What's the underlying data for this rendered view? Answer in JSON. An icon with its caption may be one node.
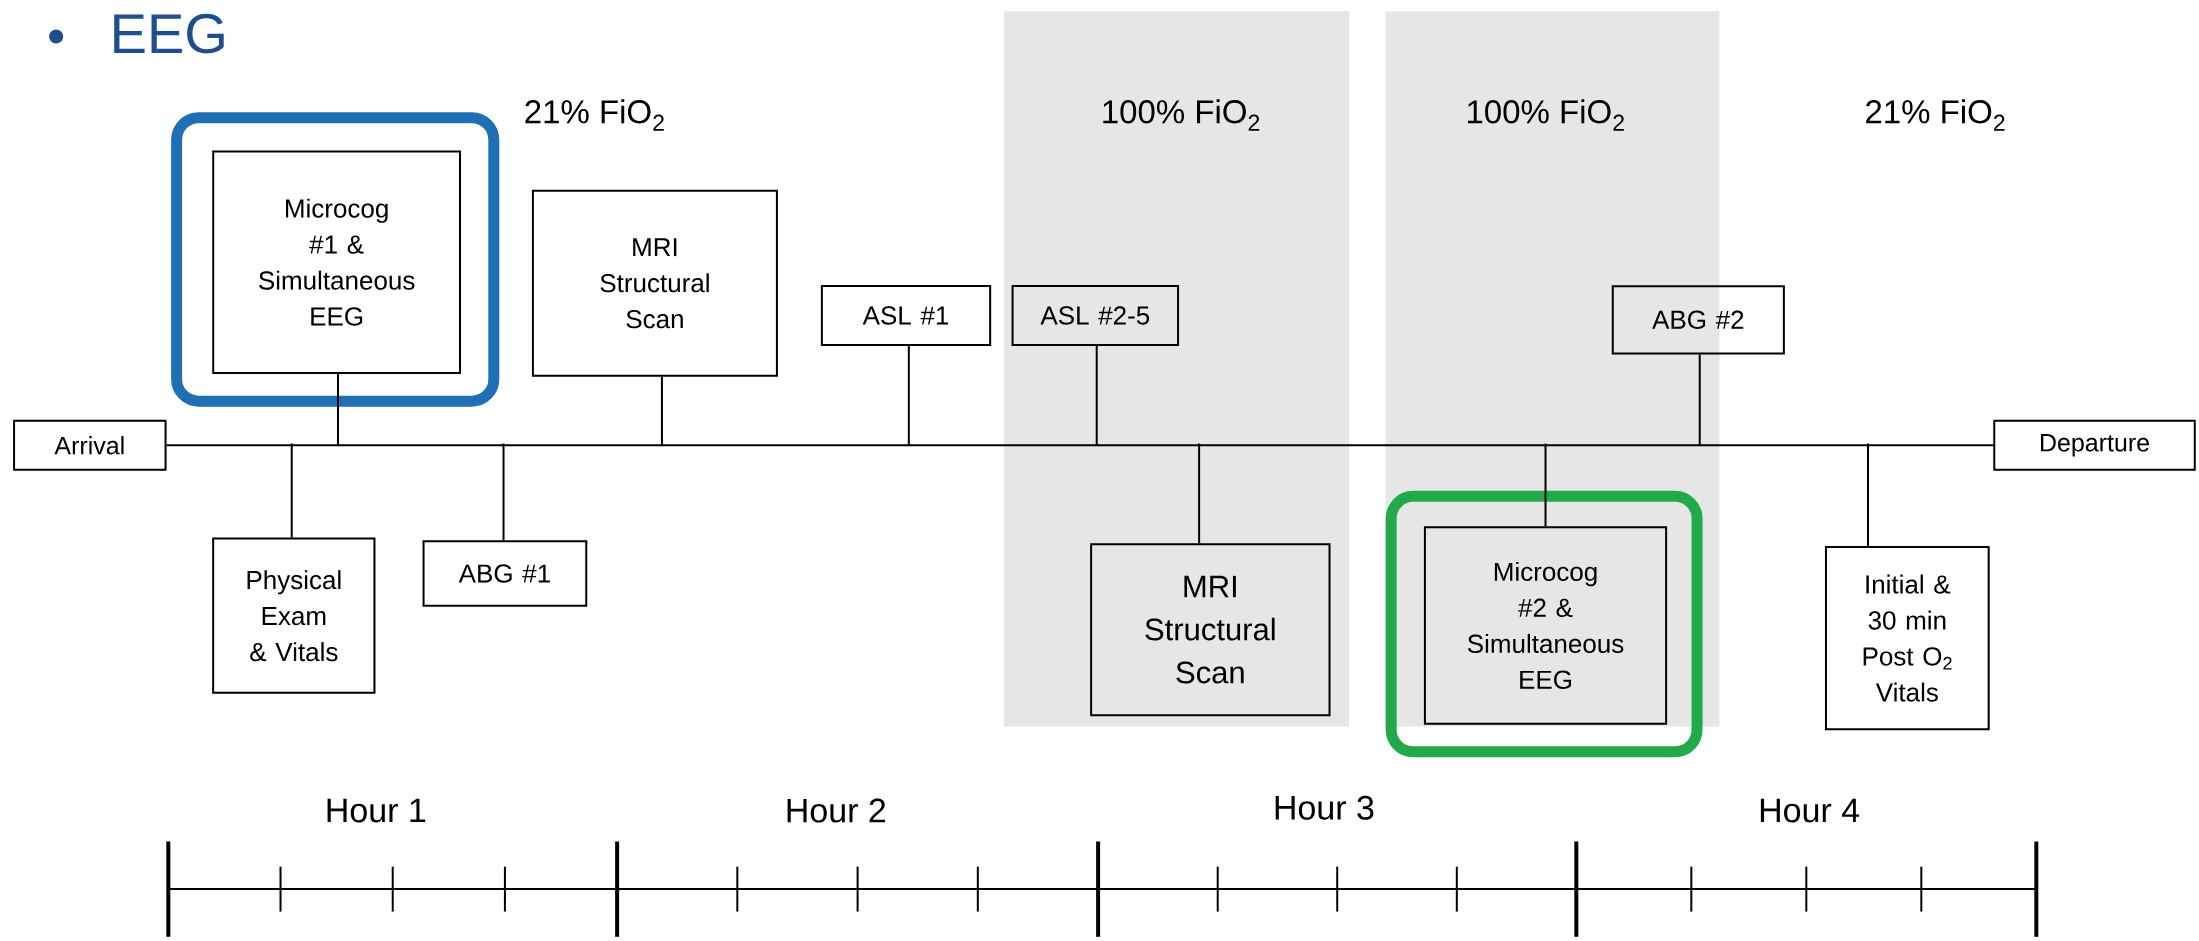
{
  "diagram": {
    "title": "EEG",
    "nodes": [
      {
        "text": [
          "Arrival"
        ]
      },
      {
        "text": [],
        "shape": "box"
      },
      {
        "text": [
          "Microcog #1 & Simultaneous EEG"
        ],
        "in": 1
      },
      {
        "text": [
          "MRI Structural Scan"
        ]
      },
      {
        "text": [
          "ASL #1"
        ]
      },
      {
        "text": [
          "ASL #2-5"
        ]
      },
      {
        "text": [
          "ABG #2"
        ]
      },
      {
        "text": [
          "Physical Exam & Vitals"
        ]
      },
      {
        "text": [
          "ABG #1"
        ]
      },
      {
        "text": [
          "MRI Structural Scan"
        ]
      },
      {
        "text": [],
        "shape": "box"
      },
      {
        "text": [
          "Microcog #2 & Simultaneous EEG"
        ],
        "in": 10
      },
      {
        "text": [
          "Initial & 30 min Post O$_{2}$ Vitals"
        ]
      },
      {
        "text": [
          "Departure"
        ]
      }
    ],
    "edges": [
      {
        "from": 0,
        "to": 13,
        "arrow": "none"
      },
      {
        "from": 2,
        "to": null,
        "arrow": "none"
      },
      {
        "from": 3,
        "to": null,
        "arrow": "none"
      },
      {
        "from": 4,
        "to": null,
        "arrow": "none"
      },
      {
        "from": 5,
        "to": null,
        "arrow": "none"
      },
      {
        "from": 6,
        "to": null,
        "arrow": "none"
      },
      {
        "from": 7,
        "to": null,
        "arrow": "none"
      },
      {
        "from": 8,
        "to": null,
        "arrow": "none"
      },
      {
        "from": 9,
        "to": null,
        "arrow": "none"
      },
      {
        "from": 11,
        "to": null,
        "arrow": "none"
      },
      {
        "from": 12,
        "to": null,
        "arrow": "none"
      }
    ],
    "labels": [
      "21% FiO$_{2}$",
      "100% FiO$_{2}$",
      "100% FiO$_{2}$",
      "21% FiO$_{2}$",
      "Hour 1",
      "Hour 2",
      "Hour 3",
      "Hour 4"
    ]
  }
}
